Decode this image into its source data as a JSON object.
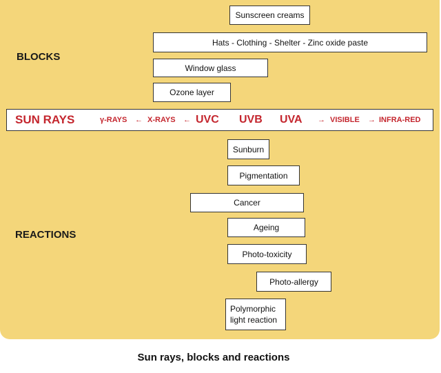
{
  "blocks": {
    "heading": "BLOCKS",
    "items": [
      "Sunscreen creams",
      "Hats - Clothing - Shelter - Zinc oxide paste",
      "Window glass",
      "Ozone layer"
    ]
  },
  "rays": {
    "heading": "SUN RAYS",
    "gamma": "γ-RAYS",
    "arrow_left_1": "←",
    "xrays": "X-RAYS",
    "arrow_left_2": "←",
    "uvc": "UVC",
    "uvb": "UVB",
    "uva": "UVA",
    "arrow_right_1": "→",
    "visible": "VISIBLE",
    "arrow_right_2": "→",
    "infrared": "INFRA-RED"
  },
  "reactions": {
    "heading": "REACTIONS",
    "items": [
      "Sunburn",
      "Pigmentation",
      "Cancer",
      "Ageing",
      "Photo-toxicity",
      "Photo-allergy"
    ],
    "polymorphic_line1": "Polymorphic",
    "polymorphic_line2": "light reaction"
  },
  "caption": "Sun rays, blocks and reactions",
  "colors": {
    "panel": "#f4d67a",
    "ray_text": "#c4262e"
  }
}
